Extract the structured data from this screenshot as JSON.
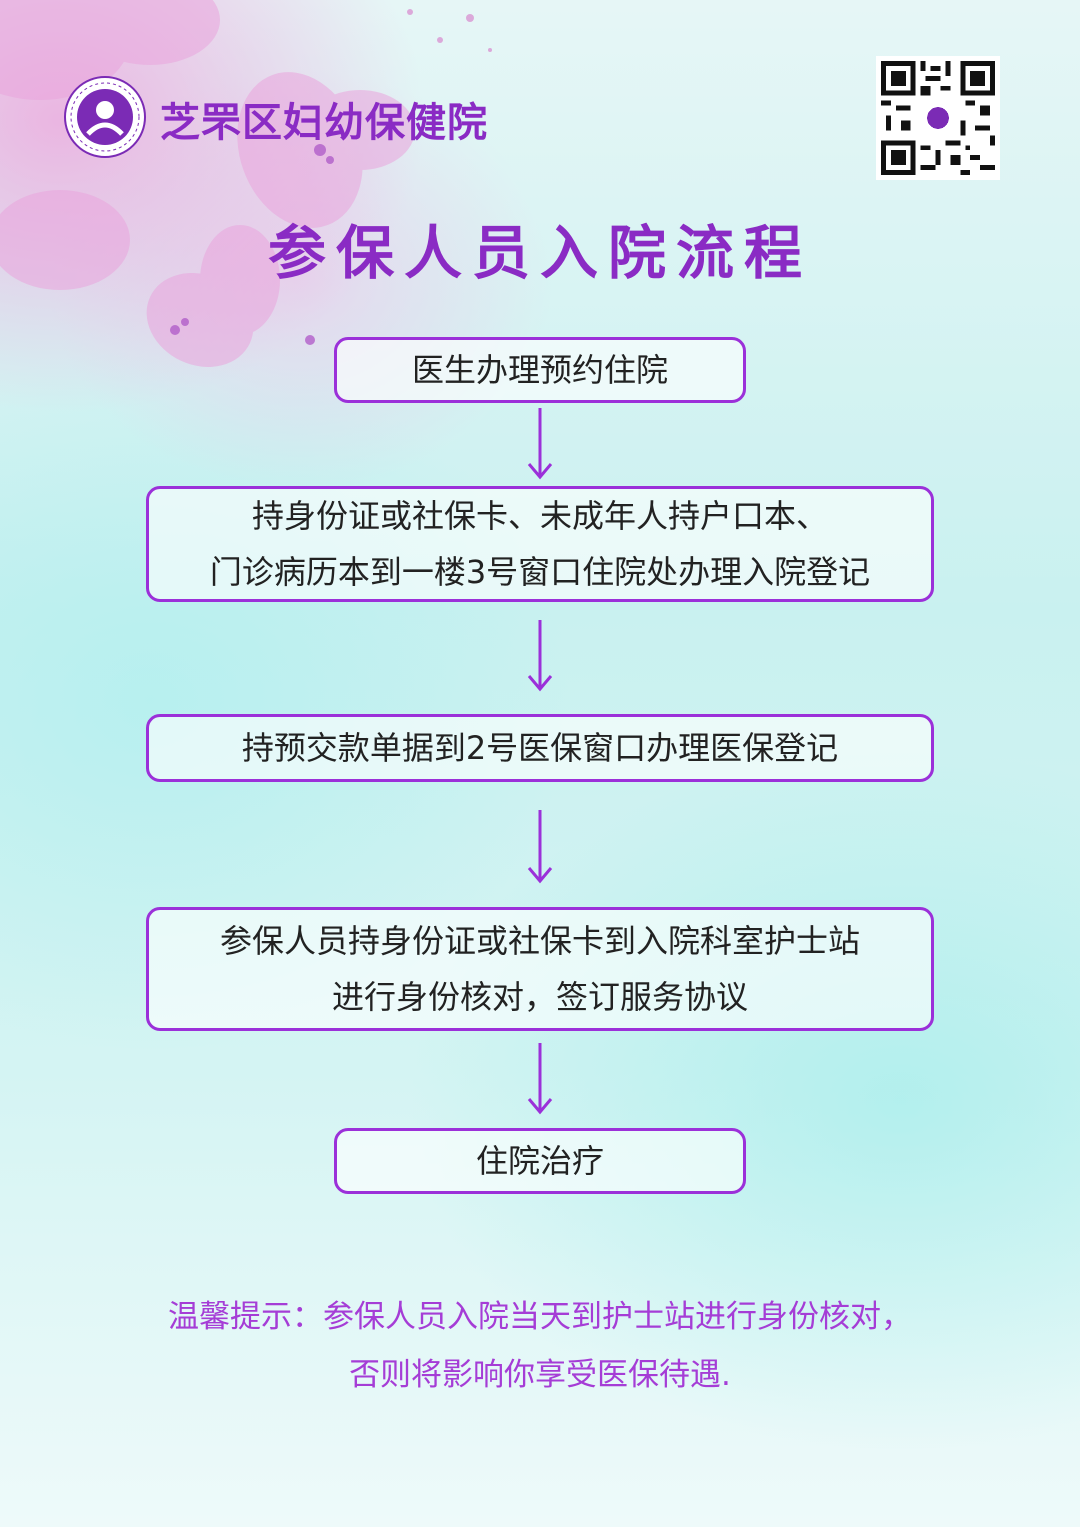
{
  "header": {
    "org_name": "芝罘区妇幼保健院",
    "logo_icon": "hospital-logo",
    "qr_icon": "qr-code"
  },
  "title": "参保人员入院流程",
  "steps": [
    {
      "lines": [
        "医生办理预约住院"
      ]
    },
    {
      "lines": [
        "持身份证或社保卡、未成年人持户口本、",
        "门诊病历本到一楼3号窗口住院处办理入院登记"
      ]
    },
    {
      "lines": [
        "持预交款单据到2号医保窗口办理医保登记"
      ]
    },
    {
      "lines": [
        "参保人员持身份证或社保卡到入院科室护士站",
        "进行身份核对，签订服务协议"
      ]
    },
    {
      "lines": [
        "住院治疗"
      ]
    }
  ],
  "tip": {
    "lines": [
      "温馨提示：参保人员入院当天到护士站进行身份核对，",
      "否则将影响你享受医保待遇."
    ]
  },
  "colors": {
    "accent": "#8a2bc4",
    "border": "#9b30d9",
    "tip_text": "#a53dd6"
  }
}
